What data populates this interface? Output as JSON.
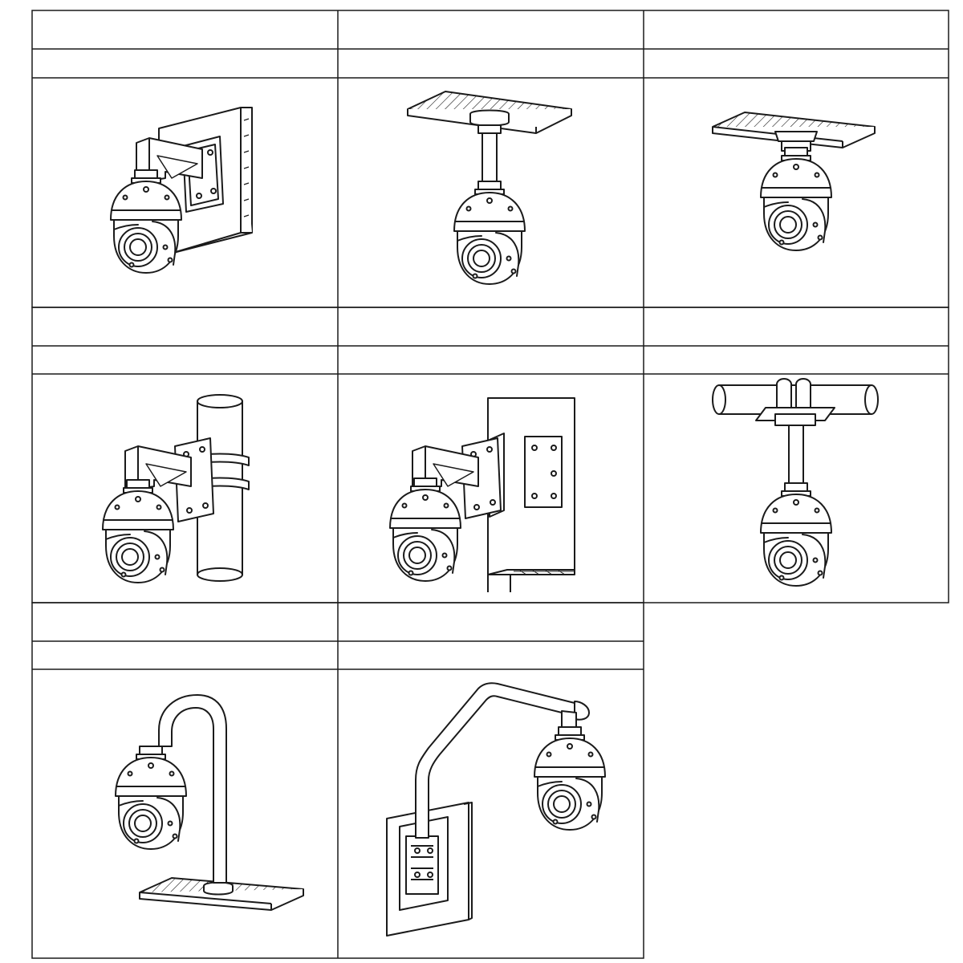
{
  "layout_grid": {
    "columns": 3,
    "rows": 3
  },
  "colors": {
    "line": "#1a1a1a",
    "background": "#ffffff"
  },
  "cells": [
    {
      "id": "wall-mount",
      "title": "",
      "subtitle": "",
      "illustration": "wall-mount-camera-icon"
    },
    {
      "id": "pendant-mount",
      "title": "",
      "subtitle": "",
      "illustration": "pendant-mount-camera-icon"
    },
    {
      "id": "ceiling-mount",
      "title": "",
      "subtitle": "",
      "illustration": "ceiling-mount-camera-icon"
    },
    {
      "id": "pole-mount",
      "title": "",
      "subtitle": "",
      "illustration": "pole-mount-camera-icon"
    },
    {
      "id": "corner-mount",
      "title": "",
      "subtitle": "",
      "illustration": "corner-mount-camera-icon"
    },
    {
      "id": "horizontal-pole-mount",
      "title": "",
      "subtitle": "",
      "illustration": "horizontal-pole-mount-camera-icon"
    },
    {
      "id": "gooseneck-floor-mount",
      "title": "",
      "subtitle": "",
      "illustration": "gooseneck-floor-mount-camera-icon"
    },
    {
      "id": "gooseneck-wall-mount",
      "title": "",
      "subtitle": "",
      "illustration": "gooseneck-wall-mount-camera-icon"
    }
  ]
}
